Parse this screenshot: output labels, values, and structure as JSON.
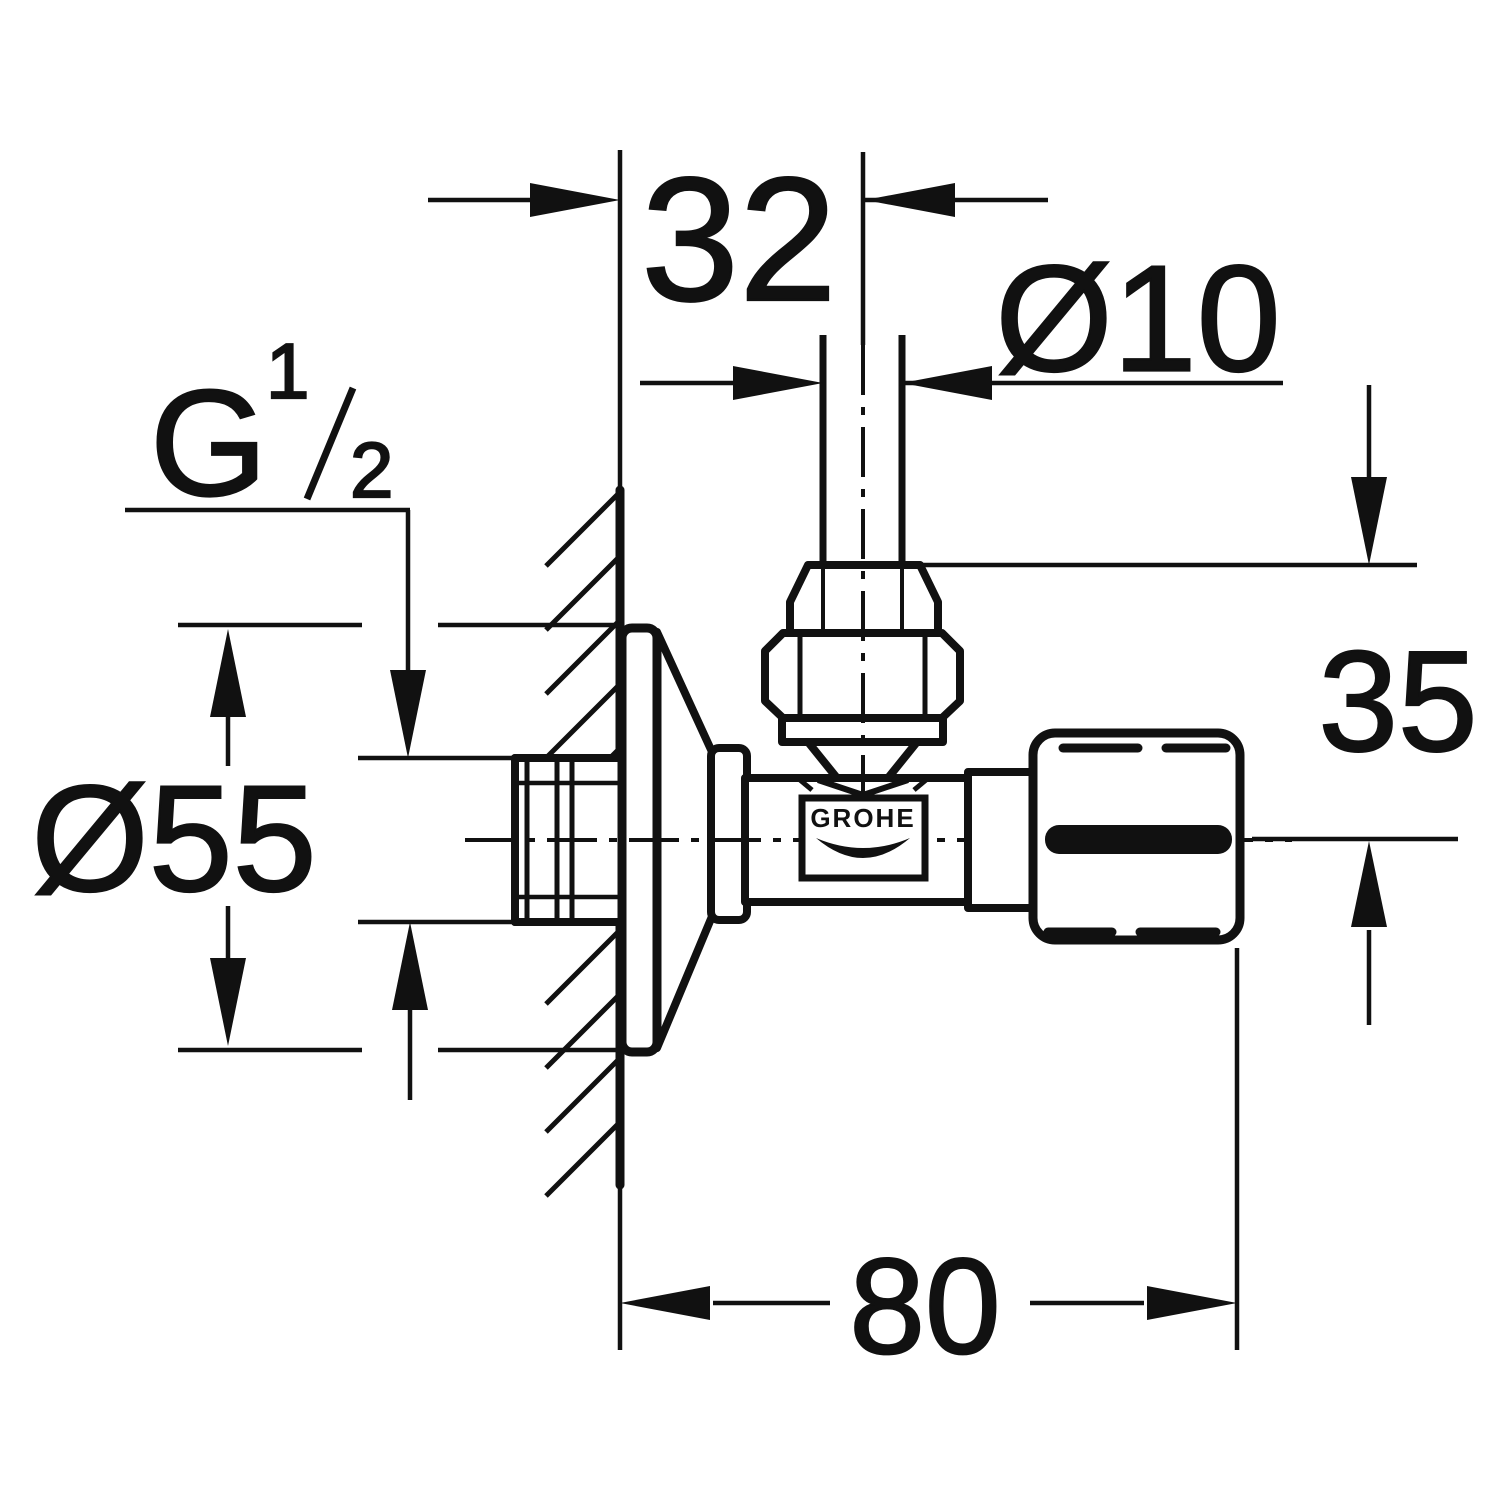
{
  "drawing": {
    "colors": {
      "ink": "#111111",
      "paper": "#ffffff"
    },
    "brand_logo": "GROHE",
    "dimensions": {
      "wall_offset": "32",
      "inlet_pipe_diameter": "Ø10",
      "thread_size": {
        "letter": "G",
        "numerator": "1",
        "denominator": "2"
      },
      "escutcheon_diameter": "Ø55",
      "handle_height": "35",
      "total_depth": "80"
    }
  }
}
